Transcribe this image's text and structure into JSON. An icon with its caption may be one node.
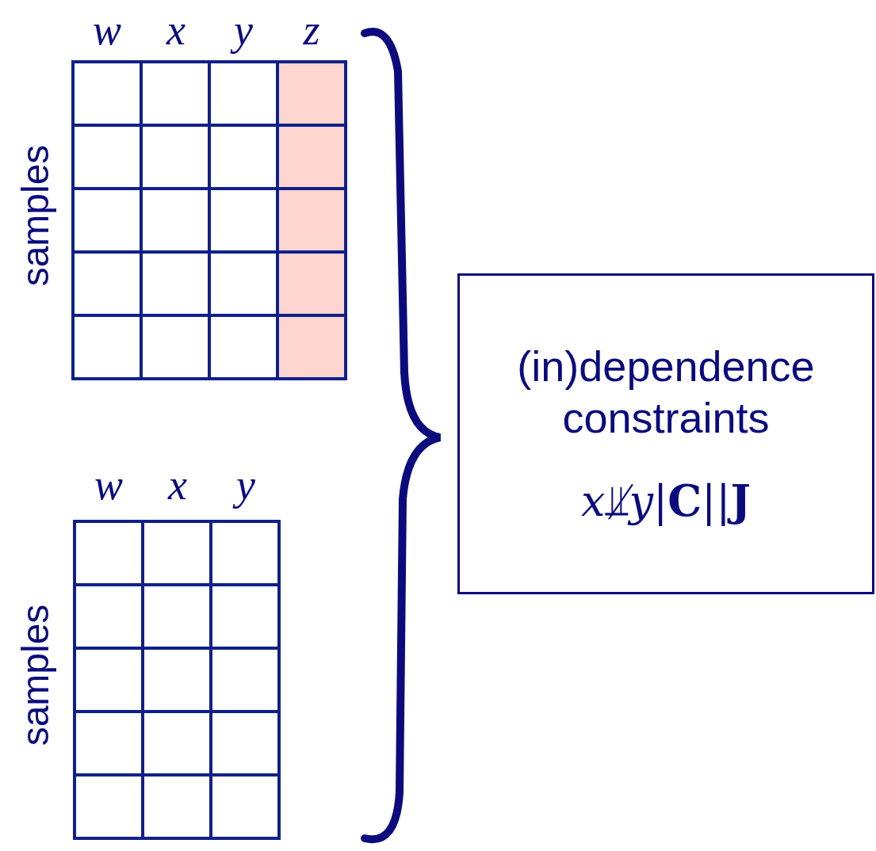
{
  "diagram": {
    "nodes": [
      {
        "text": [
          "(in)dependence constraints",
          "*x*⫫̸*y*|**C**||**J**"
        ]
      }
    ],
    "labels": [
      "w",
      "x",
      "y",
      "z",
      "samples",
      "w",
      "x",
      "y",
      "samples"
    ]
  }
}
